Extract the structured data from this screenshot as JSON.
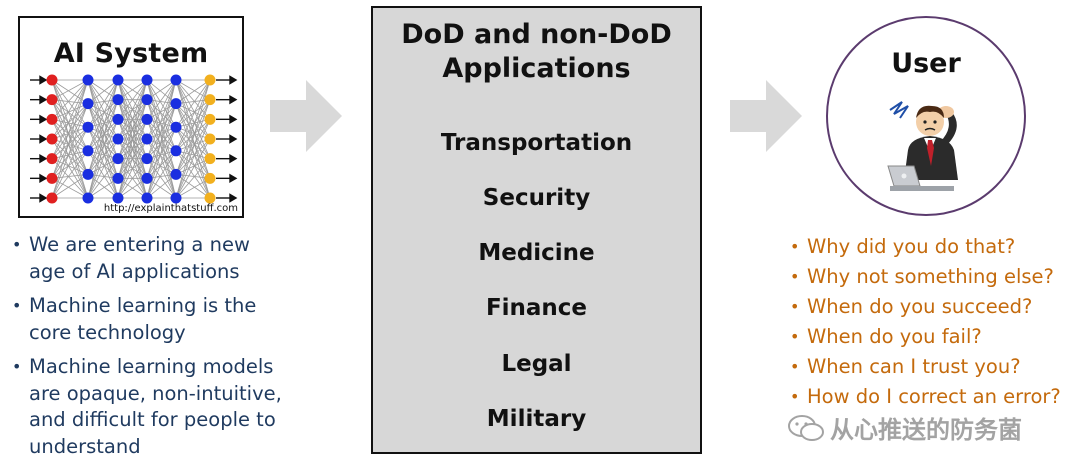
{
  "ai_system": {
    "title": "AI System",
    "credit": "http://explainthatstuff.com"
  },
  "left_bullets": [
    "We are entering a new age of AI applications",
    "Machine learning is the core technology",
    "Machine learning models are opaque, non-intuitive, and difficult for people to understand"
  ],
  "applications": {
    "title_line1": "DoD and non-DoD",
    "title_line2": "Applications",
    "items": [
      "Transportation",
      "Security",
      "Medicine",
      "Finance",
      "Legal",
      "Military"
    ]
  },
  "user": {
    "title": "User"
  },
  "user_questions": [
    "Why did you do that?",
    "Why not something else?",
    "When do you succeed?",
    "When do you fail?",
    "When can I trust you?",
    "How do I correct an error?"
  ],
  "watermark": "从心推送的防务菌",
  "colors": {
    "left_text": "#1f3a5f",
    "right_text": "#c46a0c",
    "center_box": "#d7d7d7",
    "arrow": "#d9d9d9",
    "circle_border": "#5b3b6e",
    "input_node": "#e02020",
    "hidden_node": "#1a2ee0",
    "output_node": "#f2b01e"
  },
  "icons": [
    "neural-network-icon",
    "right-arrow-icon",
    "confused-user-icon",
    "wechat-icon"
  ]
}
